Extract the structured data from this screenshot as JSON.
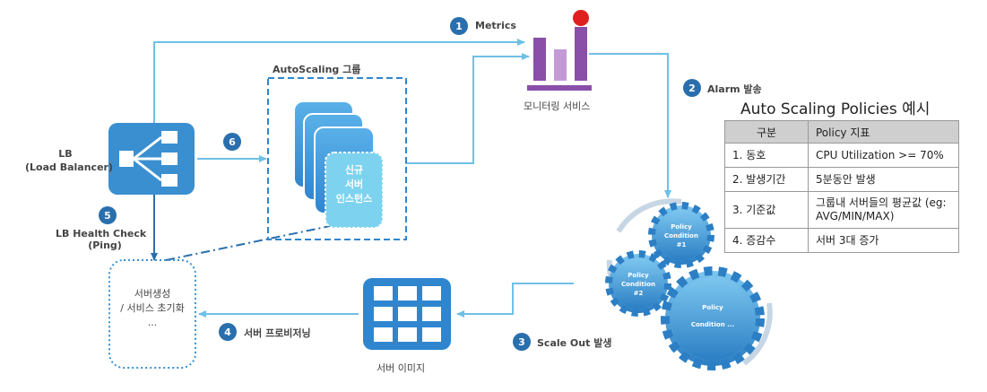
{
  "labels": {
    "lb": "LB",
    "lb_full": "(Load Balancer)",
    "health_check": "LB Health Check",
    "health_check_sub": "(Ping)",
    "autoscaling_group": "AutoScaling 그룹",
    "new_instance_1": "신규",
    "new_instance_2": "서버",
    "new_instance_3": "인스턴스",
    "monitoring": "모니터링 서비스",
    "server_image": "서버 이미지",
    "init_1": "서버생성",
    "init_2": "/ 서비스 초기화",
    "init_3": "..."
  },
  "steps": [
    {
      "num": "1",
      "label": "Metrics"
    },
    {
      "num": "2",
      "label": "Alarm 발송"
    },
    {
      "num": "3",
      "label": "Scale Out 발생"
    },
    {
      "num": "4",
      "label": "서버 프로비저닝"
    },
    {
      "num": "5",
      "label": ""
    },
    {
      "num": "6",
      "label": ""
    }
  ],
  "gears": [
    {
      "line1": "Policy",
      "line2": "Condition",
      "line3": "#1"
    },
    {
      "line1": "Policy",
      "line2": "Condition",
      "line3": "#2"
    },
    {
      "line1": "Policy",
      "line2": "Condition ...",
      "line3": ""
    }
  ],
  "policy": {
    "title": "Auto Scaling Policies 예시",
    "headers": [
      "구분",
      "Policy 지표"
    ],
    "rows": [
      [
        "1. 동호",
        "CPU Utilization >= 70%"
      ],
      [
        "2. 발생기간",
        "5분동안 발생"
      ],
      [
        "3. 기준값",
        "그룹내 서버들의 평균값 (eg: AVG/MIN/MAX)"
      ],
      [
        "4. 증감수",
        "서버 3대 증가"
      ]
    ]
  },
  "colors": {
    "accent_blue": "#3a8fd0",
    "dark_blue": "#2a6fad",
    "line_blue": "#6fc0e6",
    "purple": "#8a4fa8",
    "alarm_red": "#e02020"
  }
}
